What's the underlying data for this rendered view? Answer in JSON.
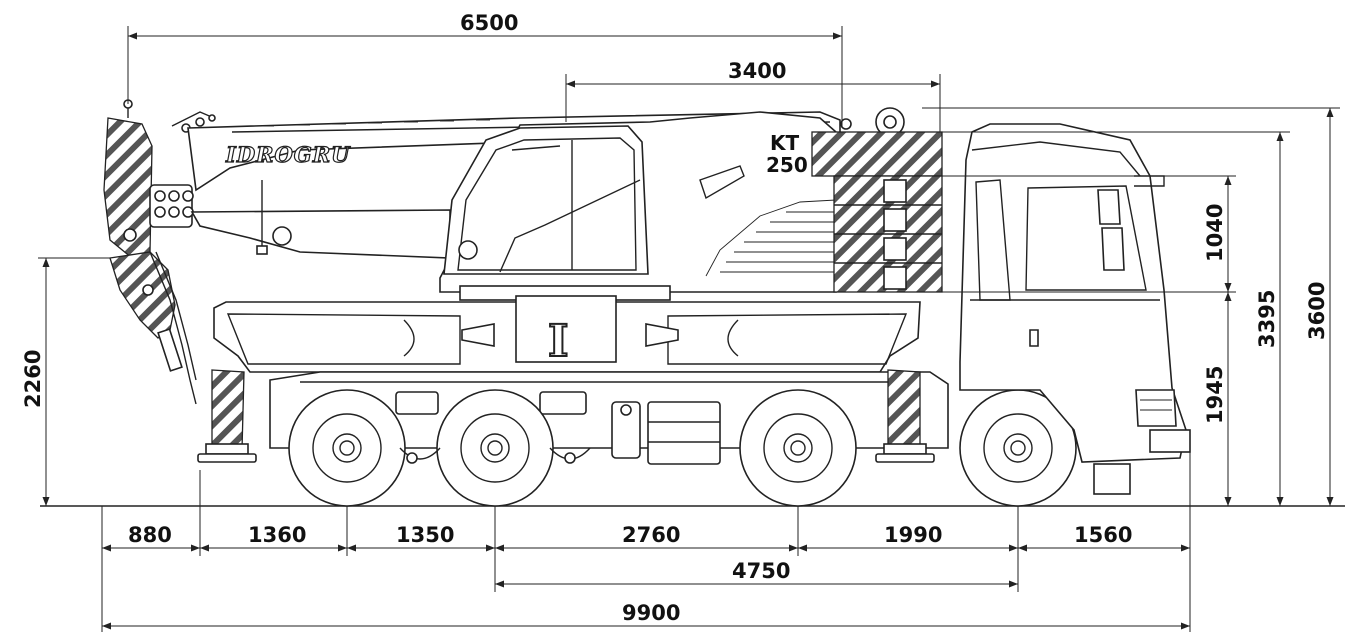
{
  "branding": {
    "boom_text": "IDROGRU",
    "model_line1": "KT",
    "model_line2": "250",
    "logo_letter": "I"
  },
  "dimensions": {
    "top_span": "6500",
    "cab_span": "3400",
    "counterweight_height": "1040",
    "chassis_height": "1945",
    "slew_height": "3395",
    "total_height": "3600",
    "boom_nose_height": "2260",
    "bottom_segments": [
      "880",
      "1360",
      "1350",
      "2760",
      "1990",
      "1560"
    ],
    "wheelbase": "4750",
    "total_length": "9900"
  },
  "colors": {
    "line": "#222222",
    "background": "#ffffff"
  }
}
